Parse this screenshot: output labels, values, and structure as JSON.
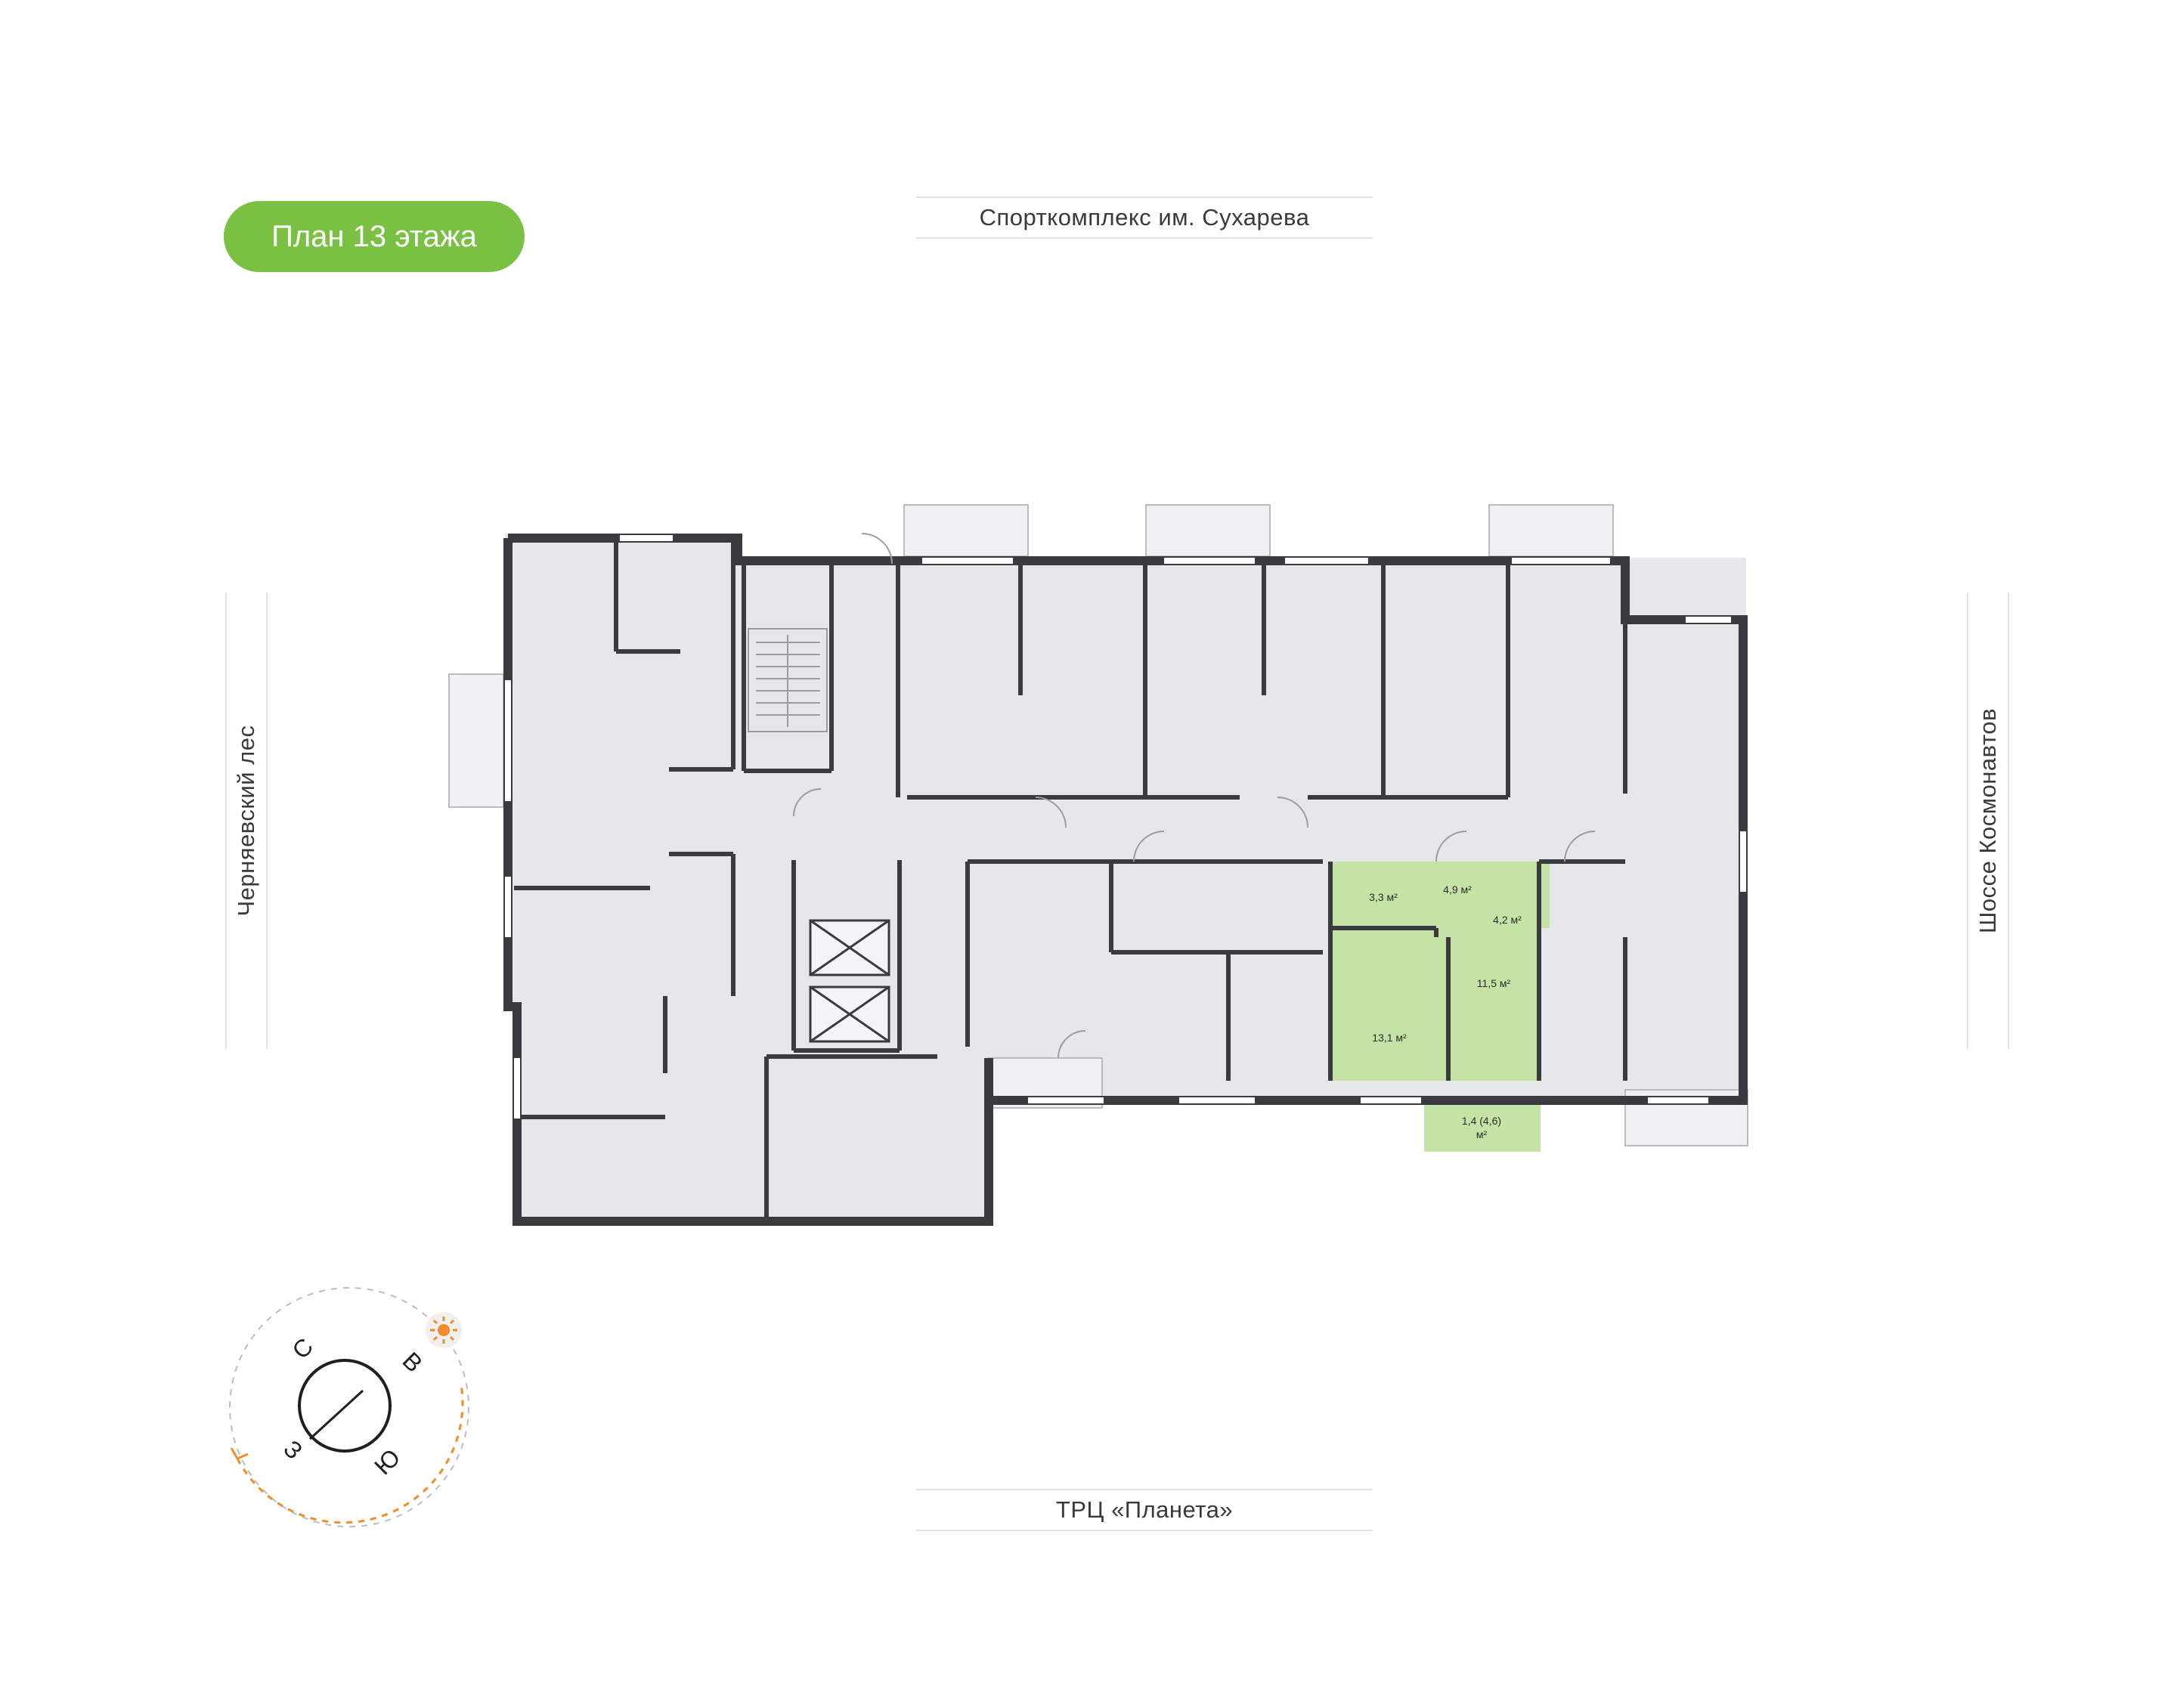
{
  "floor_plan": {
    "title": "План 13 этажа",
    "surroundings": {
      "north": "Спорткомплекс им. Сухарева",
      "south": "ТРЦ «Планета»",
      "west": "Черняевский лес",
      "east": "Шоссе Космонавтов"
    },
    "highlighted_apartment": {
      "rooms": [
        {
          "area": "3,3 м²"
        },
        {
          "area": "4,9 м²"
        },
        {
          "area": "4,2 м²"
        },
        {
          "area": "11,5 м²"
        },
        {
          "area": "13,1 м²"
        },
        {
          "area_line1": "1,4 (4,6)",
          "area_line2": "м²"
        }
      ]
    }
  },
  "compass": {
    "north": "С",
    "east": "В",
    "south": "Ю",
    "west": "З",
    "sun_color": "#f28c28"
  },
  "colors": {
    "accent": "#7ac143",
    "highlight": "#c5e3a5",
    "room": "#e6e7ea",
    "wall": "#3a3b3f"
  }
}
